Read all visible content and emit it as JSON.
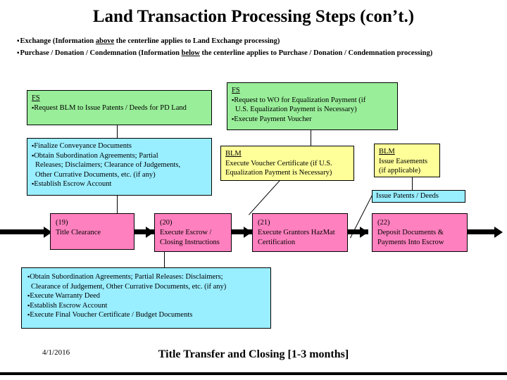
{
  "title": "Land Transaction Processing Steps (con’t.)",
  "header_bullets": [
    {
      "pre": "Exchange (Information ",
      "underline": "above",
      "post": " the centerline applies to Land Exchange processing)"
    },
    {
      "pre": "Purchase / Donation /  Condemnation (Information ",
      "underline": "below",
      "post": " the centerline applies to Purchase / Donation /  Condemnation processing)"
    }
  ],
  "boxes": {
    "fs_patents": {
      "agency": "FS",
      "lines": [
        "Request BLM to Issue Patents / Deeds for PD Land"
      ],
      "color": "#99ee99"
    },
    "fs_equalization": {
      "agency": "FS",
      "line1": "Request to WO for Equalization Payment (if",
      "line1_cont": "U.S. Equalization Payment is Necessary)",
      "line2": "Execute Payment Voucher",
      "color": "#99ee99"
    },
    "conveyance": {
      "lines": [
        "Finalize Conveyance Documents",
        "Obtain Subordination Agreements; Partial",
        "Releases; Disclaimers; Clearance of Judgements,",
        "Other Currative Documents, etc. (if any)",
        "Establish Escrow Account"
      ],
      "color": "#99eeff"
    },
    "blm_voucher": {
      "agency": "BLM",
      "lines": [
        "Execute Voucher Certificate (if U.S.",
        "Equalization Payment is Necessary)"
      ],
      "color": "#ffff99"
    },
    "blm_easements": {
      "agency": "BLM",
      "lines": [
        "Issue Easements",
        "(if applicable)"
      ],
      "color": "#ffff99"
    },
    "issue_patents": {
      "label": "Issue Patents / Deeds",
      "color": "#99eeff"
    },
    "closing_tasks": {
      "lines": [
        "Obtain Subordination Agreements; Partial Releases: Disclaimers;",
        "Clearance of Judgement, Other Currative Documents, etc. (if any)",
        "Execute Warranty Deed",
        "Establish Escrow Account",
        "Execute Final Voucher Certificate / Budget Documents"
      ],
      "color": "#99eeff"
    }
  },
  "steps": [
    {
      "num": "(19)",
      "line1": "Title Clearance",
      "line2": ""
    },
    {
      "num": "(20)",
      "line1": "Execute Escrow /",
      "line2": "Closing Instructions"
    },
    {
      "num": "(21)",
      "line1": "Execute Grantors HazMat",
      "line2": "Certification"
    },
    {
      "num": "(22)",
      "line1": "Deposit Documents &",
      "line2": "Payments Into Escrow"
    }
  ],
  "footer": {
    "date": "4/1/2016",
    "caption": "Title Transfer and Closing [1-3 months]"
  },
  "colors": {
    "green": "#99ee99",
    "cyan": "#99eeff",
    "yellow": "#ffff99",
    "pink": "#ff80bf",
    "outline": "#000000"
  }
}
